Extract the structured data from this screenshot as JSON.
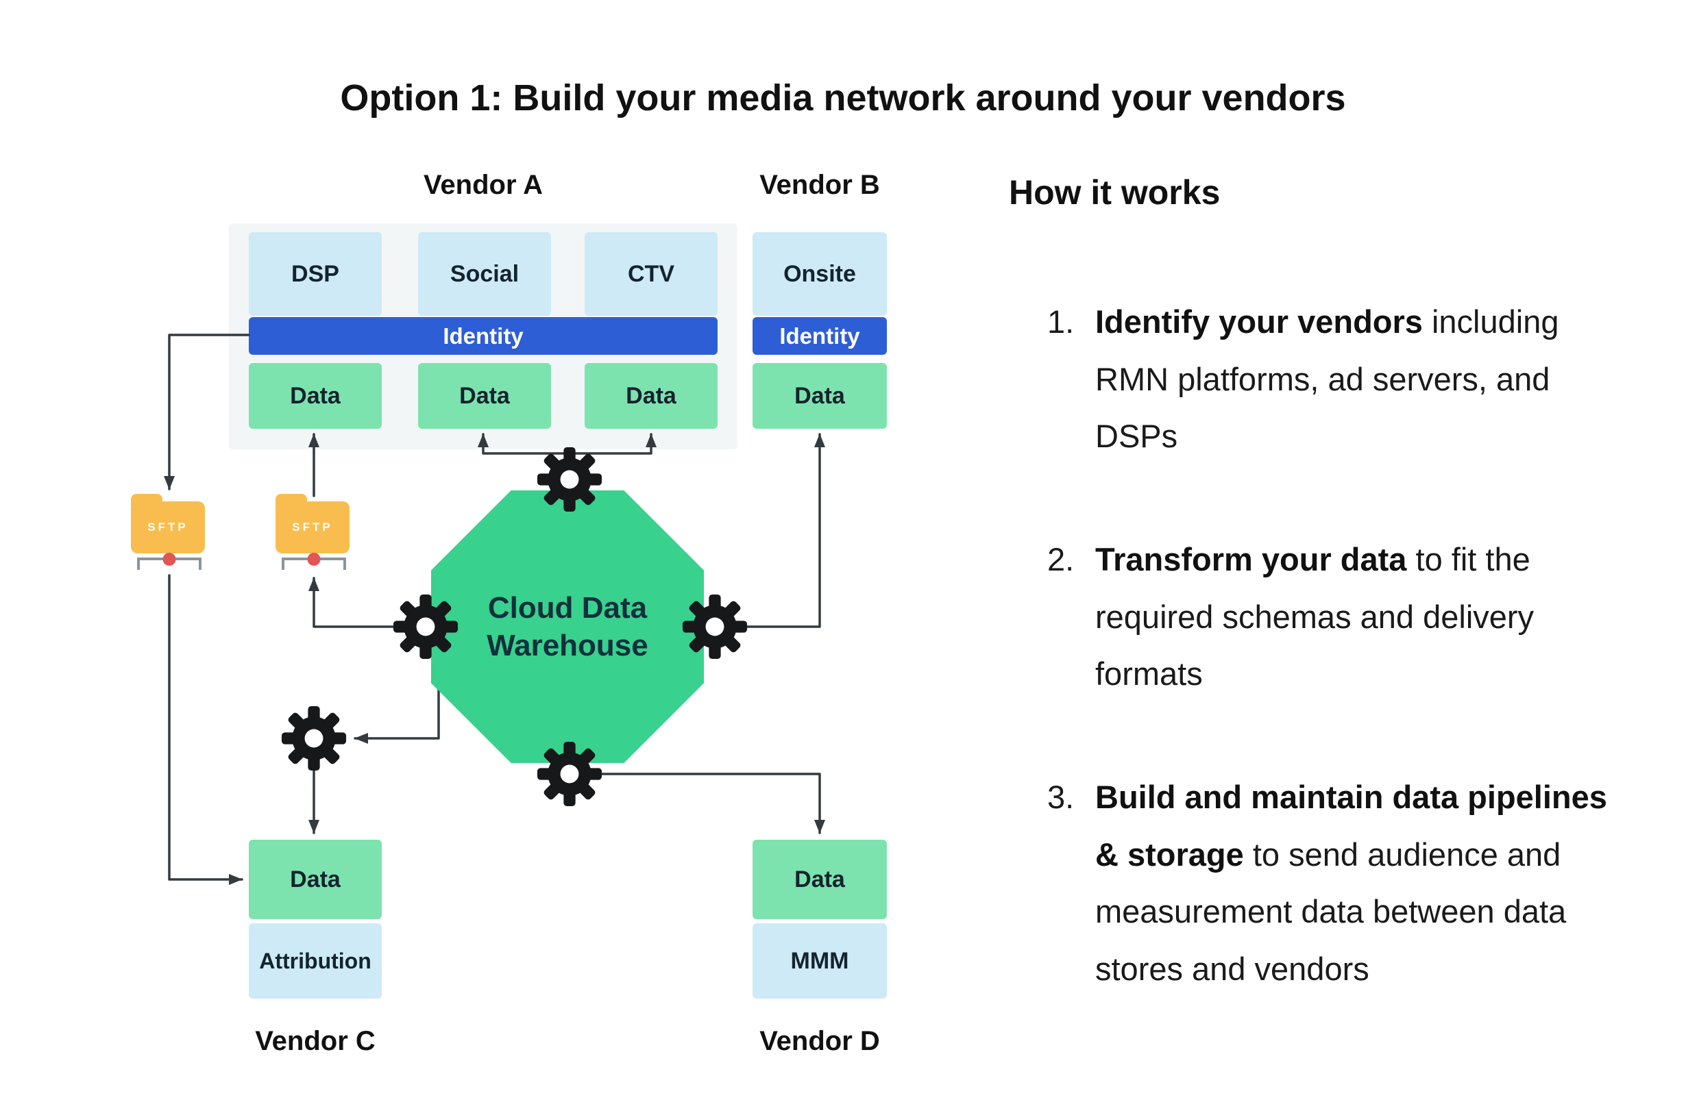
{
  "title": "Option 1: Build your media network around your vendors",
  "diagram": {
    "vendor_a": {
      "label": "Vendor A",
      "channels": [
        "DSP",
        "Social",
        "CTV"
      ],
      "identity_label": "Identity",
      "data_label": "Data"
    },
    "vendor_b": {
      "label": "Vendor B",
      "channel": "Onsite",
      "identity_label": "Identity",
      "data_label": "Data"
    },
    "vendor_c": {
      "label": "Vendor C",
      "top": "Data",
      "bottom": "Attribution"
    },
    "vendor_d": {
      "label": "Vendor D",
      "top": "Data",
      "bottom": "MMM"
    },
    "warehouse": {
      "line1": "Cloud Data",
      "line2": "Warehouse"
    },
    "sftp_label": "SFTP",
    "colors": {
      "lightblue": "#cdeaf6",
      "blue": "#2e5ed6",
      "green": "#7de3ae",
      "octagon": "#38d18e",
      "folder": "#f9bd4f",
      "red": "#e25555",
      "panel": "#f3f6f7",
      "line": "#333b40",
      "ink": "#14232e"
    }
  },
  "how_it_works": {
    "heading": "How it works",
    "steps": [
      {
        "number": "1.",
        "bold": "Identify your vendors",
        "rest": " including RMN platforms, ad servers, and DSPs"
      },
      {
        "number": "2.",
        "bold": "Transform your data",
        "rest": " to fit the required schemas and delivery formats"
      },
      {
        "number": "3.",
        "bold": "Build and maintain data pipelines & storage",
        "rest": " to send audience and measurement data between data stores and vendors"
      }
    ]
  }
}
